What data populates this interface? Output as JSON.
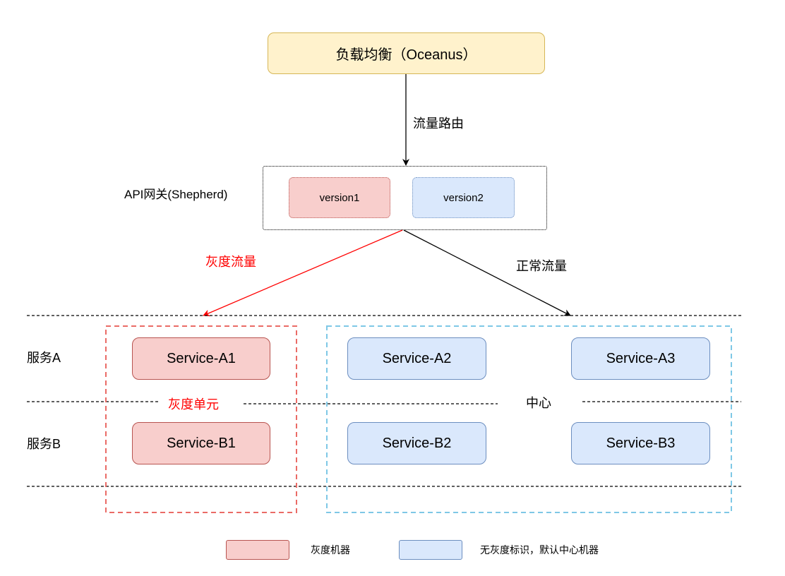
{
  "load_balancer": {
    "label": "负载均衡（Oceanus）"
  },
  "routing": {
    "label": "流量路由"
  },
  "gateway": {
    "label": "API网关(Shepherd)",
    "versions": [
      "version1",
      "version2"
    ]
  },
  "flows": {
    "gray": "灰度流量",
    "normal": "正常流量"
  },
  "rows": {
    "service_a": "服务A",
    "service_b": "服务B"
  },
  "gray_unit": {
    "label": "灰度单元",
    "services": [
      "Service-A1",
      "Service-B1"
    ]
  },
  "center": {
    "label": "中心",
    "services": [
      "Service-A2",
      "Service-A3",
      "Service-B2",
      "Service-B3"
    ]
  },
  "legend": {
    "gray_machine": "灰度机器",
    "default_center": "无灰度标识，默认中心机器"
  },
  "colors": {
    "gray": "#f8cecc",
    "gray_border": "#b85450",
    "center": "#dae8fc",
    "center_border": "#6c8ebf",
    "lb": "#fff2cc",
    "red_text": "#ff0000",
    "gray_unit_border": "#ea6b66",
    "center_unit_border": "#7ec8e6"
  }
}
